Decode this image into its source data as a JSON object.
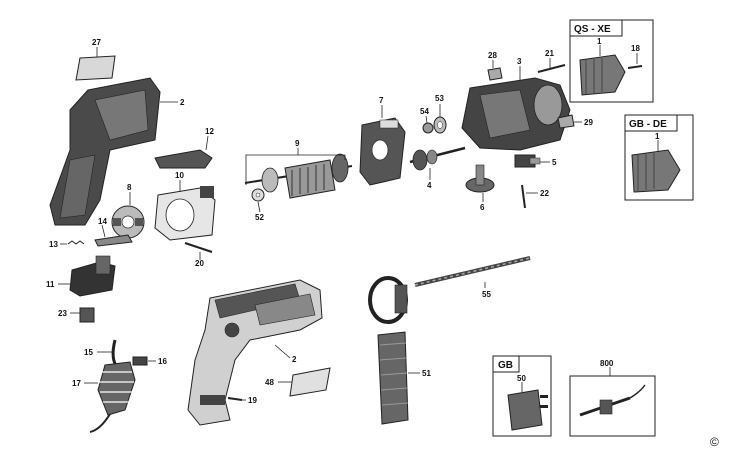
{
  "labels": {
    "p1a": "1",
    "p1b": "1",
    "p2a": "2",
    "p2b": "2",
    "p3": "3",
    "p4": "4",
    "p5": "5",
    "p6": "6",
    "p7": "7",
    "p8": "8",
    "p9": "9",
    "p10": "10",
    "p11": "11",
    "p12": "12",
    "p13": "13",
    "p14": "14",
    "p15": "15",
    "p16": "16",
    "p17": "17",
    "p18": "18",
    "p19": "19",
    "p20": "20",
    "p21": "21",
    "p22": "22",
    "p23": "23",
    "p27": "27",
    "p28": "28",
    "p29": "29",
    "p48": "48",
    "p50": "50",
    "p51": "51",
    "p52": "52",
    "p53": "53",
    "p54": "54",
    "p55": "55",
    "p800": "800"
  },
  "boxes": {
    "qs_xe": "QS - XE",
    "gb_de": "GB - DE",
    "gb": "GB"
  },
  "copyright": "©"
}
